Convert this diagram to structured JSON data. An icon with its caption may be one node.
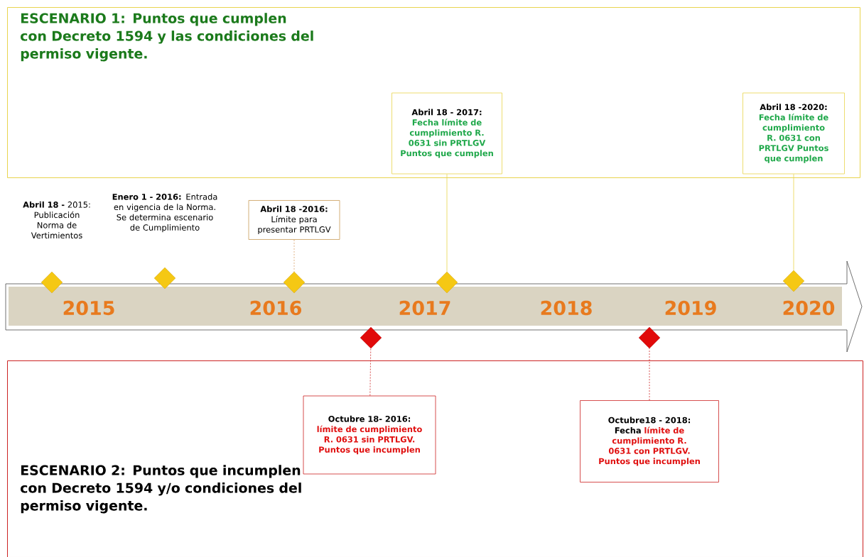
{
  "diagram": {
    "nodes": [
      {
        "text": [
          "ESCENARIO 1: Puntos que cumplen con Decreto 1594 y las condiciones del permiso vigente."
        ]
      },
      {
        "text": [
          "Abril 18 - 2017:",
          "Fecha límite de cumplimiento R. 0631 sin PRTLGV Puntos que cumplen"
        ],
        "in": 0
      },
      {
        "text": [
          "Abril 18 -2020:",
          "Fecha límite de cumplimiento R. 0631 con PRTLGV Puntos que cumplen"
        ],
        "in": 0
      },
      {
        "text": [],
        "shape": "diamond"
      },
      {
        "text": [],
        "shape": "diamond"
      },
      {
        "text": [
          "Abril 18 -2016:",
          "Límite para presentar PRTLGV"
        ]
      },
      {
        "text": [],
        "shape": "diamond"
      },
      {
        "text": [],
        "shape": "diamond"
      },
      {
        "text": [],
        "shape": "diamond"
      },
      {
        "text": [
          "2015",
          "2016",
          "2017",
          "2018",
          "2019",
          "2020"
        ]
      },
      {
        "text": [],
        "shape": "diamond"
      },
      {
        "text": [],
        "shape": "diamond"
      },
      {
        "text": [
          "ESCENARIO 2: Puntos que incumplen con Decreto 1594 y/o condiciones del permiso vigente."
        ]
      },
      {
        "text": [
          "Octubre 18- 2016:",
          "límite de cumplimiento R. 0631 sin PRTLGV. Puntos que incumplen"
        ],
        "in": 12
      },
      {
        "text": [
          "Octubre18 - 2018:",
          "Fecha",
          "límite de cumplimiento R. 0631 con PRTLGV. Puntos que incumplen"
        ],
        "in": 12
      }
    ],
    "edges": [
      {
        "from": 1,
        "to": 7,
        "arrow": "none",
        "color": "#e8d44d"
      },
      {
        "from": 2,
        "to": 8,
        "arrow": "none",
        "color": "#e8d44d"
      },
      {
        "from": 5,
        "to": 6,
        "arrow": "none",
        "style": "dashed",
        "color": "#d9a066"
      },
      {
        "from": 13,
        "to": 10,
        "arrow": "none",
        "style": "dashed",
        "color": "#cc2222"
      },
      {
        "from": 14,
        "to": 11,
        "arrow": "none",
        "style": "dashed",
        "color": "#cc2222"
      }
    ],
    "labels": [
      "**Abril 18 -** 2015: Publicación Norma de Vertimientos",
      "**Enero 1 - 2016:** Entrada en vigencia de la Norma. Se determina escenario de Cumplimiento"
    ]
  }
}
